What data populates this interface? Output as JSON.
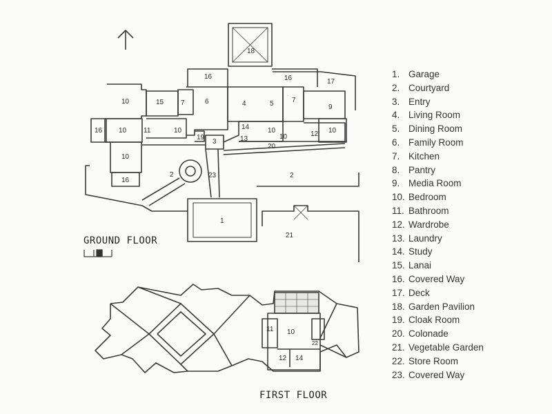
{
  "ground_floor_label": "GROUND FLOOR",
  "first_floor_label": "FIRST FLOOR",
  "north_arrow": "north-arrow-icon",
  "legend": [
    {
      "num": "1.",
      "label": "Garage"
    },
    {
      "num": "2.",
      "label": "Courtyard"
    },
    {
      "num": "3.",
      "label": "Entry"
    },
    {
      "num": "4.",
      "label": "Living Room"
    },
    {
      "num": "5.",
      "label": "Dining Room"
    },
    {
      "num": "6.",
      "label": "Family Room"
    },
    {
      "num": "7.",
      "label": "Kitchen"
    },
    {
      "num": "8.",
      "label": "Pantry"
    },
    {
      "num": "9.",
      "label": "Media Room"
    },
    {
      "num": "10.",
      "label": "Bedroom"
    },
    {
      "num": "11.",
      "label": "Bathroom"
    },
    {
      "num": "12.",
      "label": "Wardrobe"
    },
    {
      "num": "13.",
      "label": "Laundry"
    },
    {
      "num": "14.",
      "label": "Study"
    },
    {
      "num": "15.",
      "label": "Lanai"
    },
    {
      "num": "16.",
      "label": "Covered Way"
    },
    {
      "num": "17.",
      "label": "Deck"
    },
    {
      "num": "18.",
      "label": "Garden Pavilion"
    },
    {
      "num": "19.",
      "label": "Cloak Room"
    },
    {
      "num": "20.",
      "label": "Colonade"
    },
    {
      "num": "21.",
      "label": "Vegetable Garden"
    },
    {
      "num": "22.",
      "label": "Store Room"
    },
    {
      "num": "23.",
      "label": "Covered Way"
    }
  ],
  "ground_rooms": [
    "18",
    "16",
    "16",
    "17",
    "10",
    "15",
    "7",
    "6",
    "4",
    "5",
    "7",
    "9",
    "16",
    "10",
    "11",
    "10",
    "14",
    "10",
    "12",
    "10",
    "10",
    "19",
    "3",
    "13",
    "20",
    "10",
    "2",
    "23",
    "2",
    "16",
    "1",
    "21"
  ],
  "first_rooms": [
    "10",
    "11",
    "12",
    "14",
    "22"
  ]
}
